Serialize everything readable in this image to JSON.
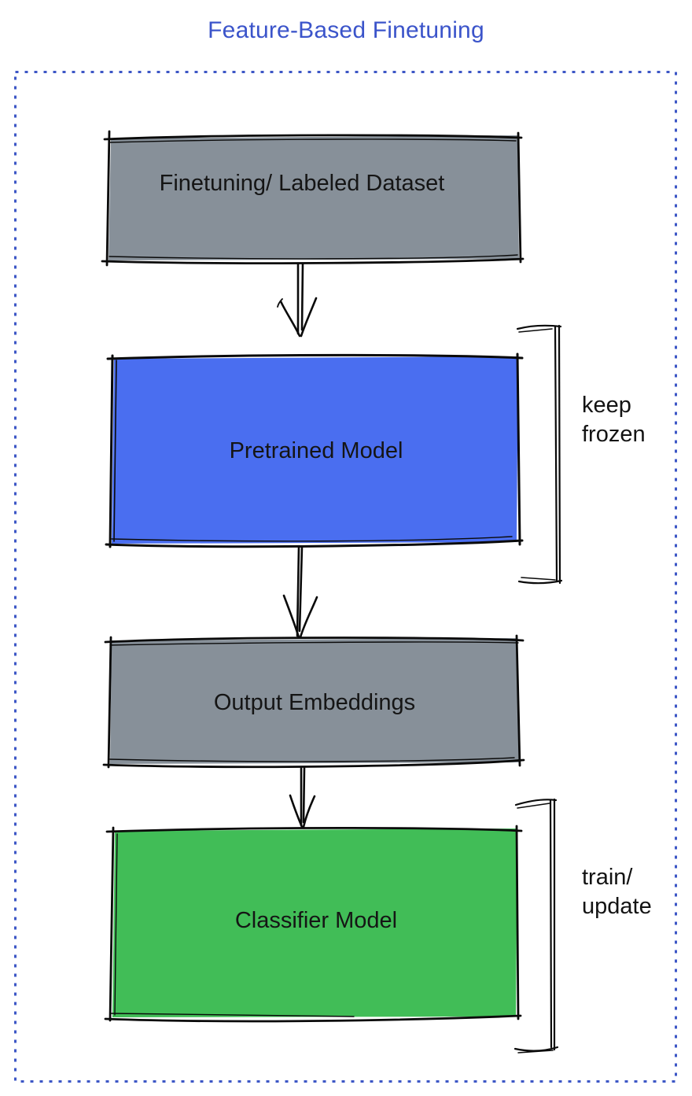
{
  "title": "Feature-Based Finetuning",
  "colors": {
    "title_text": "#3b54ca",
    "frame_border": "#3d57c6",
    "box_gray": "#879099",
    "box_blue": "#4a6ef0",
    "box_green": "#41bd57",
    "outline": "#0a0a0a",
    "label_text": "#151515"
  },
  "boxes": [
    {
      "id": "finetuning-dataset",
      "label": "Finetuning/ Labeled Dataset",
      "fill_color": "#879099"
    },
    {
      "id": "pretrained-model",
      "label": "Pretrained Model",
      "fill_color": "#4a6ef0"
    },
    {
      "id": "output-embeddings",
      "label": "Output Embeddings",
      "fill_color": "#879099"
    },
    {
      "id": "classifier-model",
      "label": "Classifier Model",
      "fill_color": "#41bd57"
    }
  ],
  "annotations": [
    {
      "id": "keep-frozen",
      "label": "keep\nfrozen",
      "target": "pretrained-model"
    },
    {
      "id": "train-update",
      "label": "train/\nupdate",
      "target": "classifier-model"
    }
  ]
}
